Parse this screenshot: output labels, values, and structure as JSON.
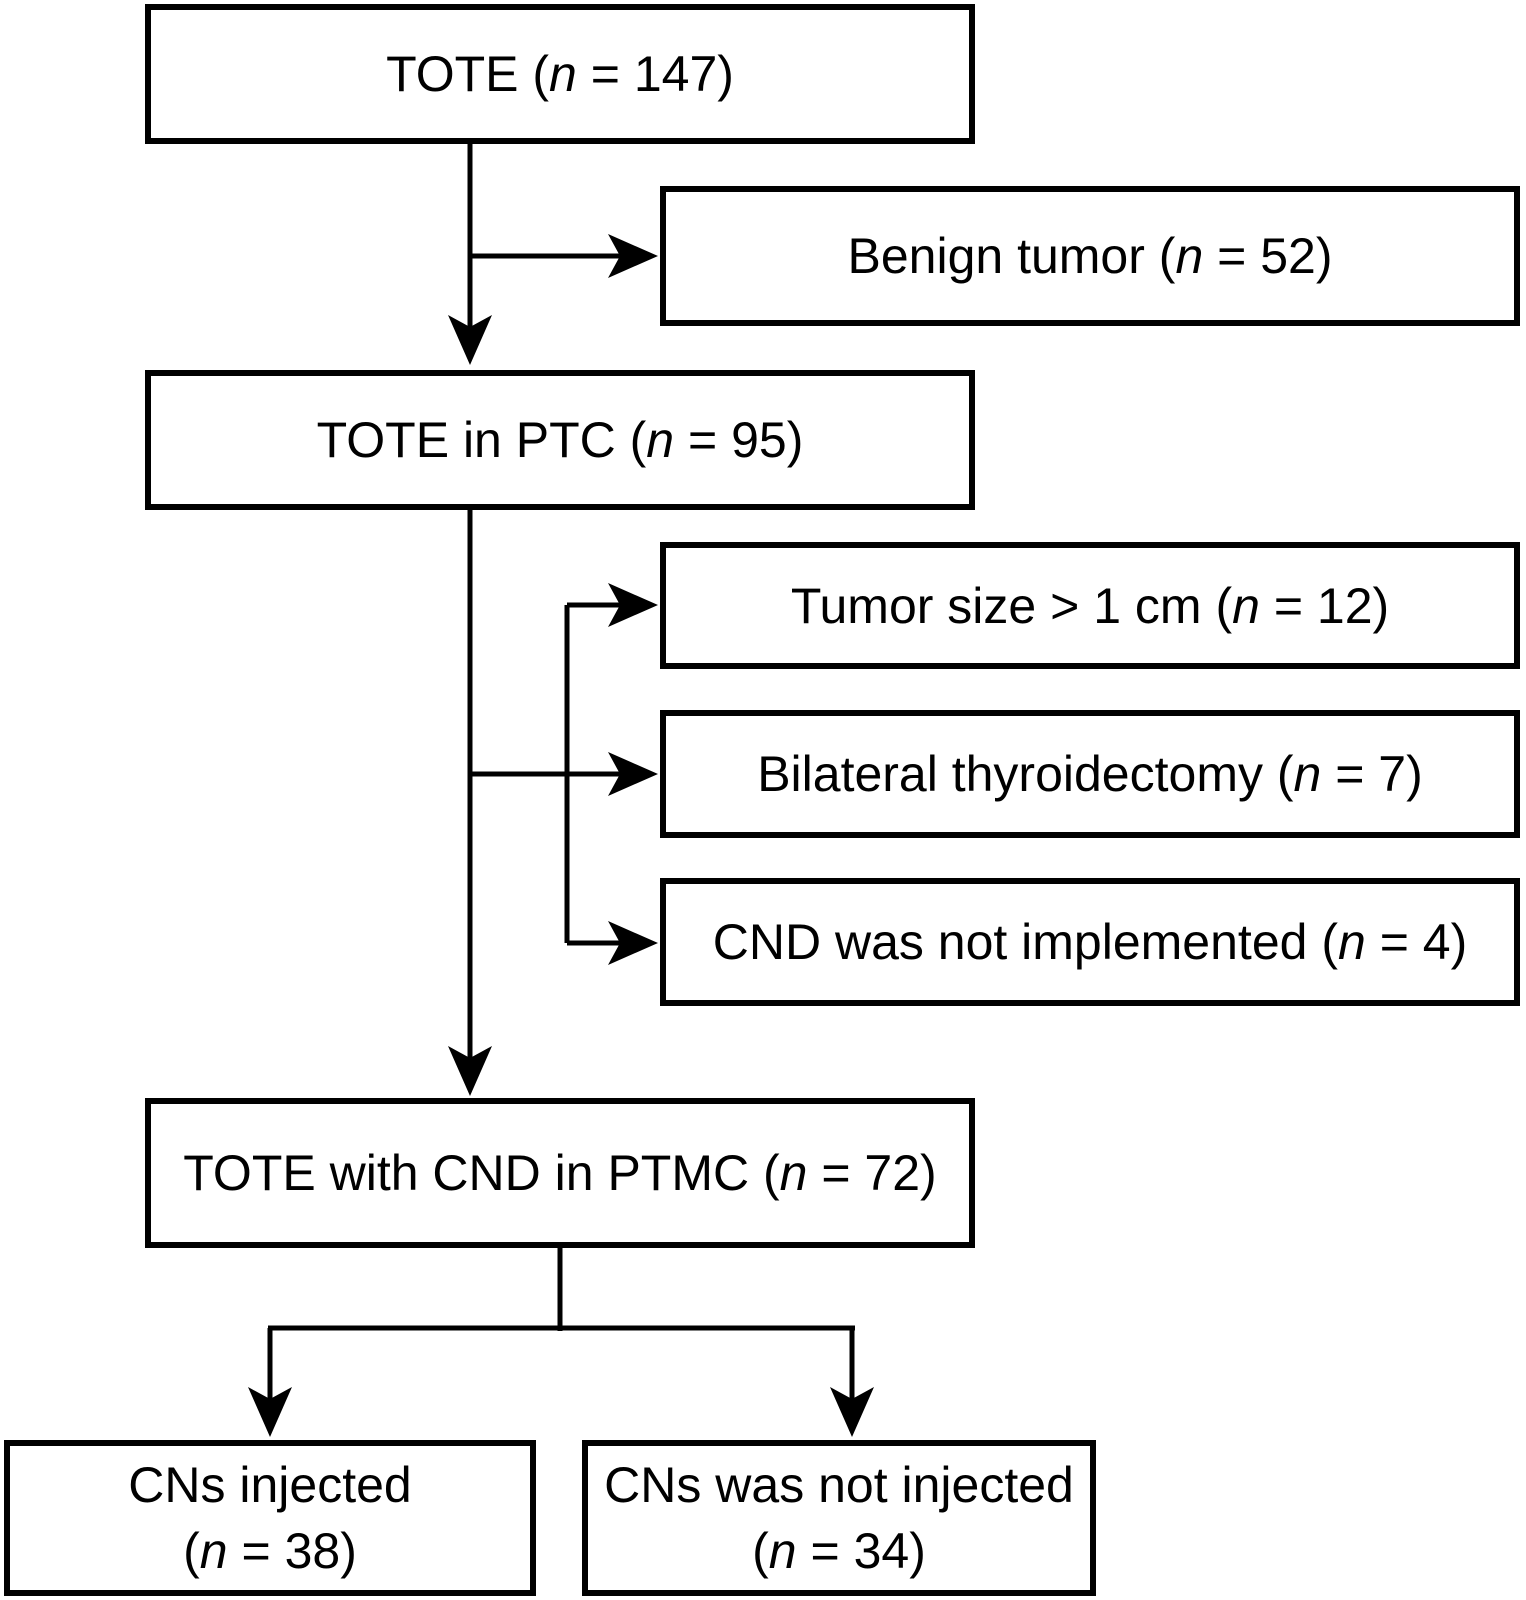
{
  "figure": {
    "type": "flowchart",
    "background_color": "#ffffff",
    "line_color": "#000000",
    "box_border_color": "#000000",
    "text_color": "#000000"
  },
  "nodes": {
    "tote": {
      "line1": "",
      "pre": "TOTE (",
      "var": "n",
      "post": " = 147)",
      "n_value": 147
    },
    "benign": {
      "line1": "",
      "pre": "Benign tumor (",
      "var": "n",
      "post": " = 52)",
      "n_value": 52
    },
    "ptc": {
      "line1": "",
      "pre": "TOTE in PTC (",
      "var": "n",
      "post": " = 95)",
      "n_value": 95
    },
    "tumor_size": {
      "line1": "",
      "pre": "Tumor size > 1 cm (",
      "var": "n",
      "post": " = 12)",
      "n_value": 12
    },
    "bilateral": {
      "line1": "",
      "pre": "Bilateral thyroidectomy (",
      "var": "n",
      "post": " = 7)",
      "n_value": 7
    },
    "cnd": {
      "line1": "",
      "pre": "CND was not implemented (",
      "var": "n",
      "post": " = 4)",
      "n_value": 4
    },
    "ptmc": {
      "line1": "",
      "pre": "TOTE with CND in PTMC (",
      "var": "n",
      "post": " = 72)",
      "n_value": 72
    },
    "injected": {
      "line1": "CNs injected",
      "pre": "(",
      "var": "n",
      "post": " = 38)",
      "n_value": 38
    },
    "not_injected": {
      "line1": "CNs was not injected",
      "pre": "(",
      "var": "n",
      "post": " = 34)",
      "n_value": 34
    }
  },
  "edges": [
    {
      "from": "tote",
      "to": "benign"
    },
    {
      "from": "tote",
      "to": "ptc"
    },
    {
      "from": "ptc",
      "to": "tumor_size"
    },
    {
      "from": "ptc",
      "to": "bilateral"
    },
    {
      "from": "ptc",
      "to": "cnd"
    },
    {
      "from": "ptc",
      "to": "ptmc"
    },
    {
      "from": "ptmc",
      "to": "injected"
    },
    {
      "from": "ptmc",
      "to": "not_injected"
    }
  ]
}
